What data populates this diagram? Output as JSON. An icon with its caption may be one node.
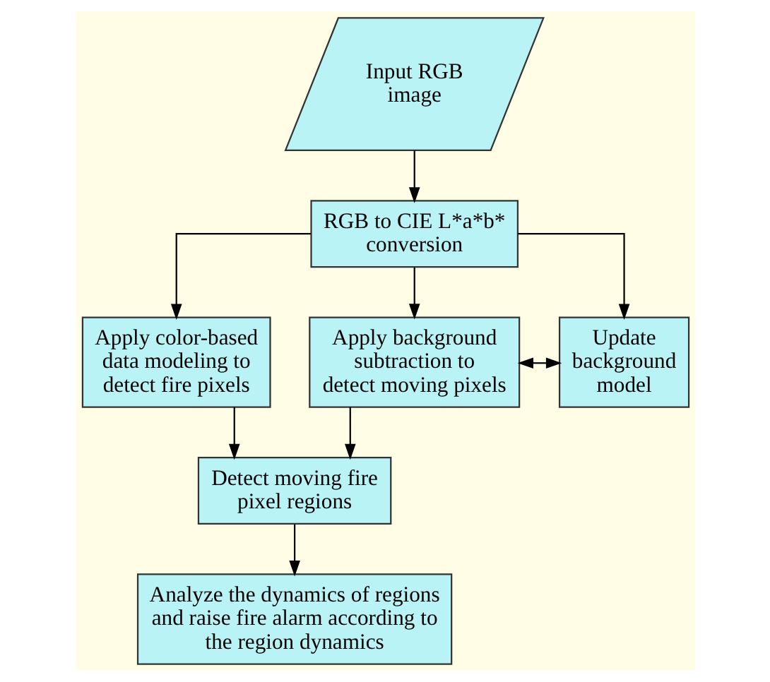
{
  "diagram": {
    "nodes": [
      {
        "text": [
          "Input RGB image"
        ]
      },
      {
        "text": [
          "RGB to CIE L*a*b* conversion"
        ]
      },
      {
        "text": [
          "Apply color-based data modeling to detect fire pixels"
        ]
      },
      {
        "text": [
          "Apply background subtraction to detect moving pixels"
        ]
      },
      {
        "text": [
          "Update background model"
        ]
      },
      {
        "text": [
          "Detect moving fire pixel regions"
        ]
      },
      {
        "text": [
          "Analyze the dynamics of regions and raise fire alarm according to the region dynamics"
        ]
      }
    ],
    "edges": [
      {
        "from": 0,
        "to": 1,
        "arrow": "to"
      },
      {
        "from": 1,
        "to": 2,
        "arrow": "to"
      },
      {
        "from": 1,
        "to": 3,
        "arrow": "to"
      },
      {
        "from": 1,
        "to": 4,
        "arrow": "to"
      },
      {
        "from": 3,
        "to": 4,
        "arrow": "both"
      },
      {
        "from": 2,
        "to": 5,
        "arrow": "to"
      },
      {
        "from": 3,
        "to": 5,
        "arrow": "to"
      },
      {
        "from": 5,
        "to": 6,
        "arrow": "to"
      }
    ]
  }
}
